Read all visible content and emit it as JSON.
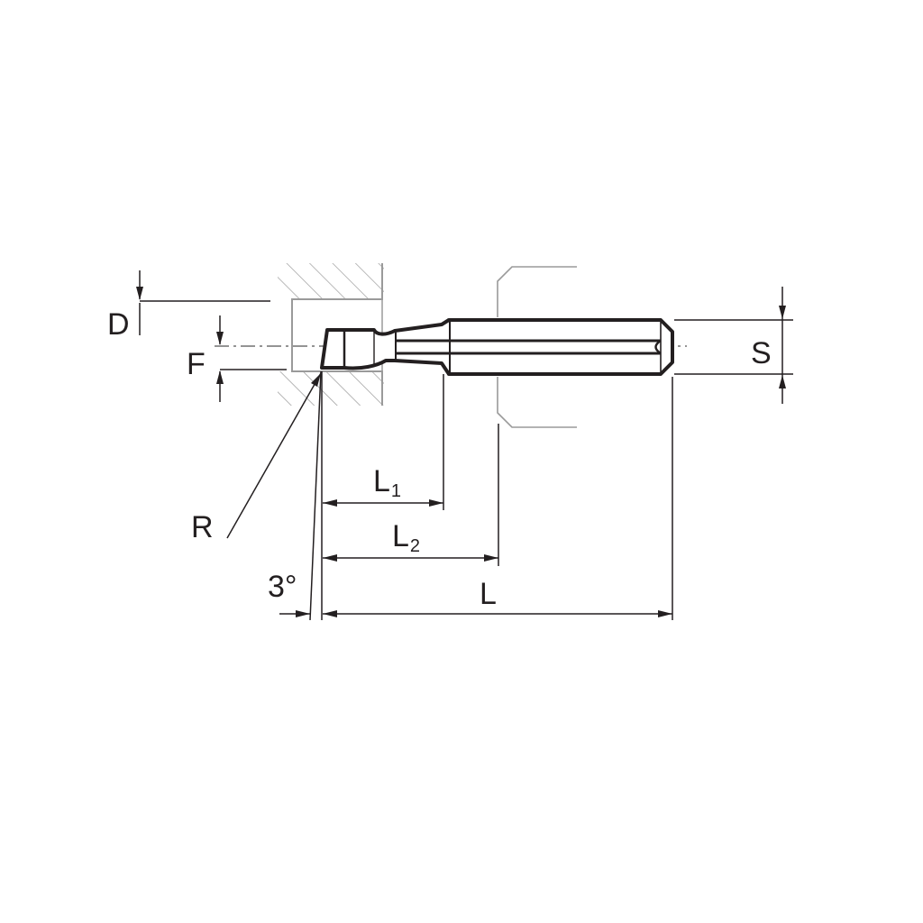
{
  "labels": {
    "d": "D",
    "f": "F",
    "s": "S",
    "r": "R",
    "angle": "3°",
    "l": "L",
    "l1_base": "L",
    "l1_sub": "1",
    "l2_base": "L",
    "l2_sub": "2"
  },
  "colors": {
    "line": "#231f20",
    "thin": "#555555",
    "light": "#9a9a9a",
    "background": "#ffffff"
  }
}
